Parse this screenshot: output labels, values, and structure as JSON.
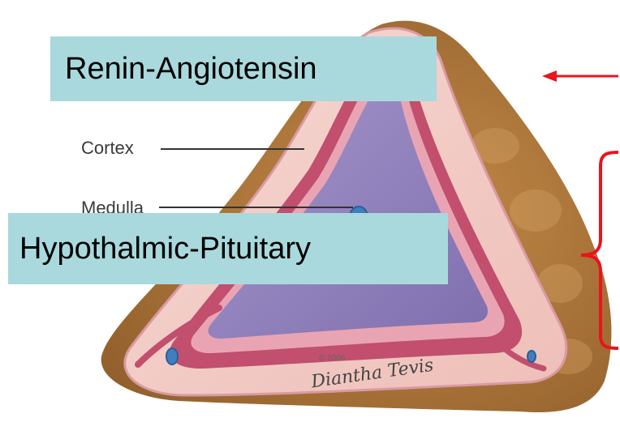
{
  "labels": {
    "renin": "Renin-Angiotensin",
    "hypothalamic": "Hypothalmic-Pituitary",
    "cortex": "Cortex",
    "medulla": "Medulla",
    "copyright": "© 2006",
    "signature": "Diantha Tevis"
  },
  "colors": {
    "label_box": "#a9d9dd",
    "annotation_red": "#e8141e",
    "capsule_brown": "#b07a3c",
    "cortex_pink": "#f3ccc6",
    "zone_dark_pink": "#c14f6d",
    "medulla_purple": "#8f7fb9",
    "vessel_blue": "#3f7fbf"
  },
  "icons": {
    "arrow": "left-arrow-icon",
    "brace": "left-curly-brace-icon"
  }
}
